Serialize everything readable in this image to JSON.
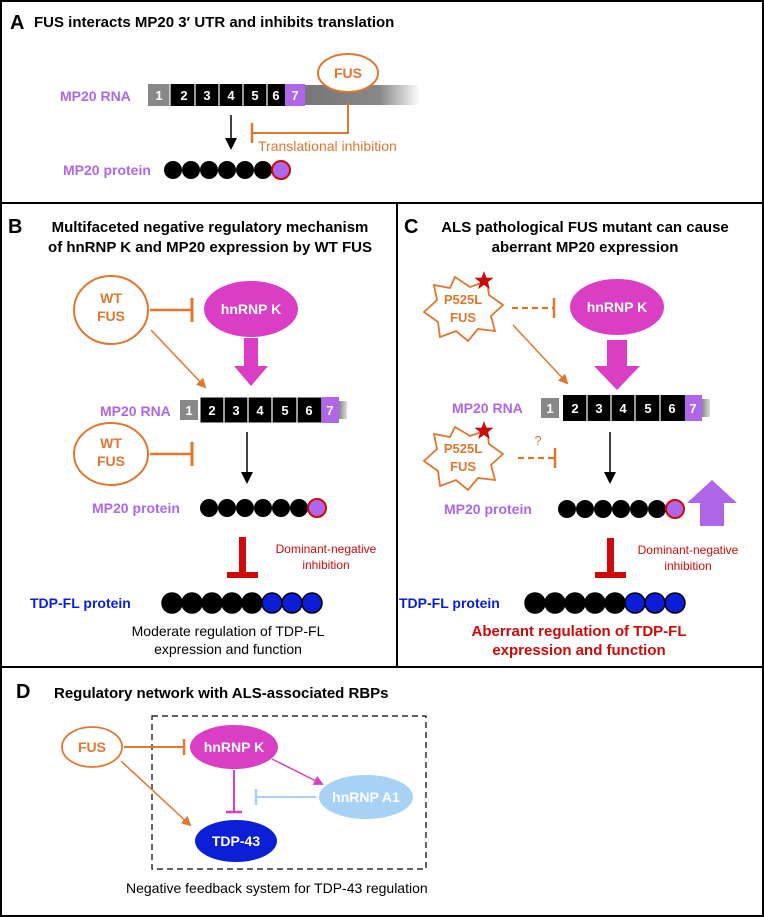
{
  "colors": {
    "fus": "#e0772e",
    "hnrnpk": "#d93ec4",
    "mp20": "#b066e8",
    "tdp_blue": "#0a1ed8",
    "red": "#cc0a0a",
    "a1": "#a7d2f5",
    "tdp43": "#0a1fd6"
  },
  "panelA": {
    "letter": "A",
    "title": "FUS interacts MP20 3′ UTR and inhibits translation",
    "rna_label": "MP20 RNA",
    "exons": [
      "1",
      "2",
      "3",
      "4",
      "5",
      "6",
      "7"
    ],
    "fus": "FUS",
    "inhibition": "Translational inhibition",
    "protein_label": "MP20 protein"
  },
  "panelB": {
    "letter": "B",
    "title_line1": "Multifaceted negative regulatory mechanism",
    "title_line2": "of hnRNP K and MP20 expression by WT FUS",
    "fus1_line1": "WT",
    "fus1_line2": "FUS",
    "hnrnpk": "hnRNP K",
    "rna_label": "MP20 RNA",
    "fus2_line1": "WT",
    "fus2_line2": "FUS",
    "protein_label": "MP20 protein",
    "dn_line1": "Dominant-negative",
    "dn_line2": "inhibition",
    "tdp_label": "TDP-FL protein",
    "summary_line1": "Moderate regulation of TDP-FL",
    "summary_line2": "expression and function"
  },
  "panelC": {
    "letter": "C",
    "title_line1": "ALS pathological FUS mutant can cause",
    "title_line2": "aberrant MP20 expression",
    "mut1_line1": "P525L",
    "mut1_line2": "FUS",
    "hnrnpk": "hnRNP K",
    "rna_label": "MP20 RNA",
    "mut2_line1": "P525L",
    "mut2_line2": "FUS",
    "question": "?",
    "protein_label": "MP20 protein",
    "dn_line1": "Dominant-negative",
    "dn_line2": "inhibition",
    "tdp_label": "TDP-FL protein",
    "summary_line1": "Aberrant regulation of TDP-FL",
    "summary_line2": "expression and function"
  },
  "panelD": {
    "letter": "D",
    "title": "Regulatory network with ALS-associated RBPs",
    "fus": "FUS",
    "hnrnpk": "hnRNP K",
    "hnrnpa1": "hnRNP A1",
    "tdp43": "TDP-43",
    "caption": "Negative feedback system for TDP-43 regulation"
  }
}
